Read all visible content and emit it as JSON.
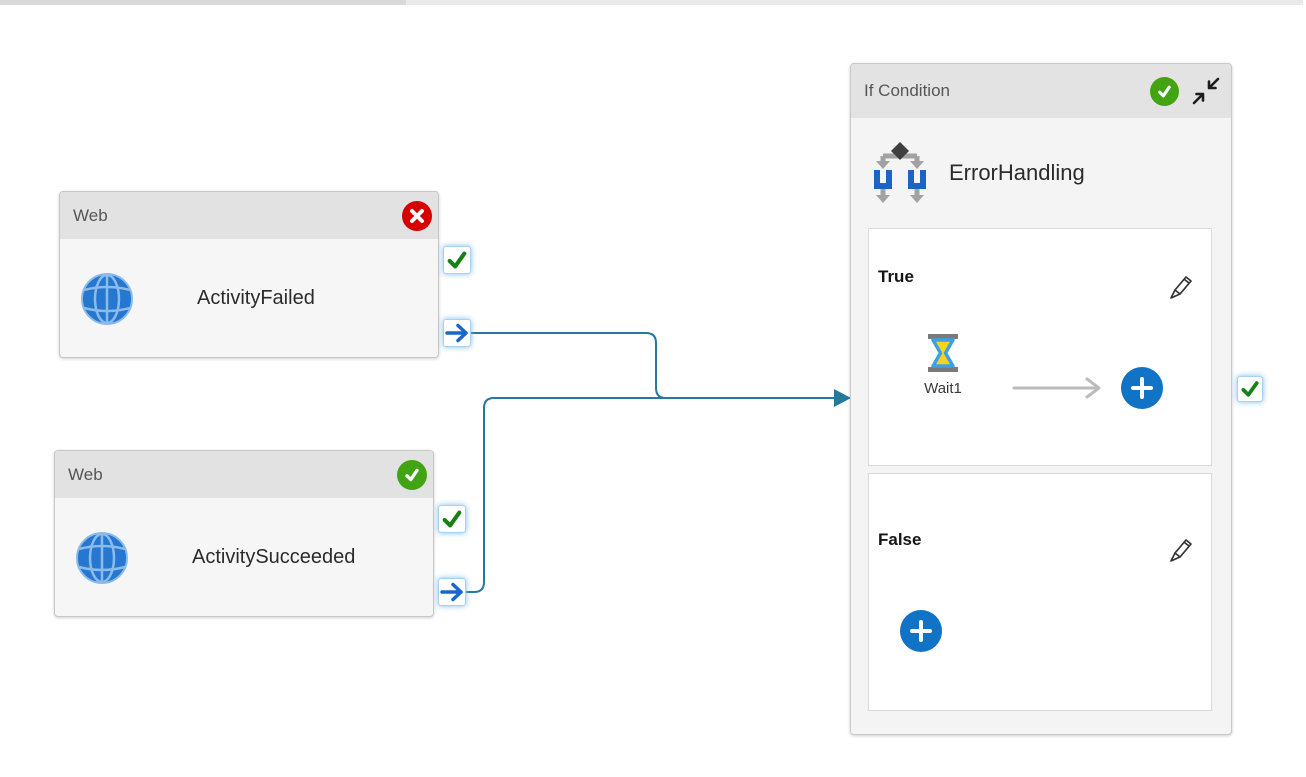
{
  "pipeline": {
    "activities": [
      {
        "type_label": "Web",
        "name": "ActivityFailed",
        "status": "failed",
        "icon": "globe-icon"
      },
      {
        "type_label": "Web",
        "name": "ActivitySucceeded",
        "status": "succeeded",
        "icon": "globe-icon"
      },
      {
        "type_label": "If Condition",
        "name": "ErrorHandling",
        "status": "succeeded",
        "icon": "branch-icon",
        "branches": [
          {
            "label": "True",
            "activities": [
              {
                "name": "Wait1",
                "icon": "hourglass-icon"
              }
            ]
          },
          {
            "label": "False",
            "activities": []
          }
        ]
      }
    ],
    "connections": [
      {
        "from": "ActivityFailed",
        "to": "ErrorHandling",
        "type": "success"
      },
      {
        "from": "ActivitySucceeded",
        "to": "ErrorHandling",
        "type": "success"
      }
    ]
  },
  "colors": {
    "connector": "#26789c",
    "port_border": "#a9d1f0",
    "port_check_green": "#168216",
    "port_arrow_blue": "#1b66cb",
    "badge_red": "#d60000",
    "badge_green": "#42a412",
    "plus_button_blue": "#1173c5",
    "header_gray": "#e3e3e3",
    "panel_gray": "#f4f4f4"
  }
}
